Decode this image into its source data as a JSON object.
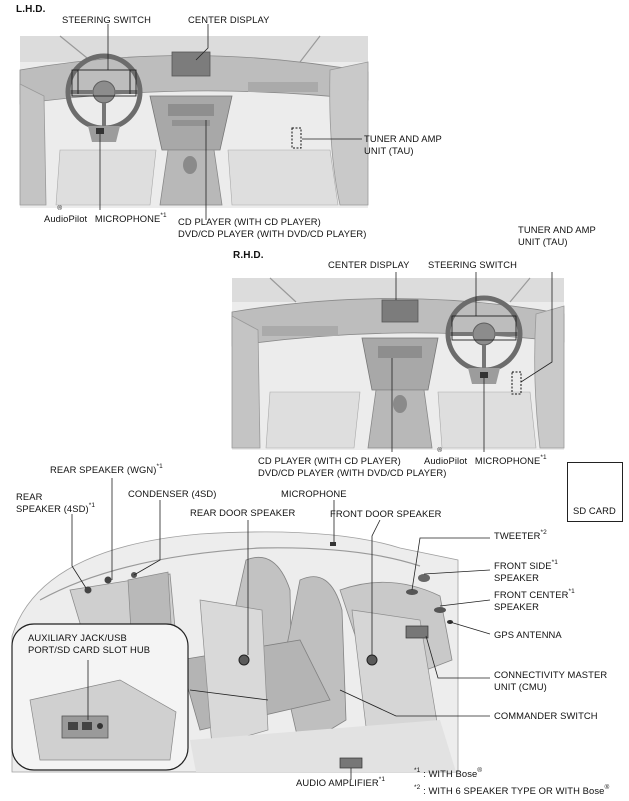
{
  "sections": {
    "lhd": "L.H.D.",
    "rhd": "R.H.D."
  },
  "lhd": {
    "steering_switch": "STEERING SWITCH",
    "center_display": "CENTER DISPLAY",
    "tau": [
      "TUNER AND AMP",
      "UNIT (TAU)"
    ],
    "audiopilot": "AudioPilot",
    "audiopilot_suffix": " MICROPHONE",
    "cd_player": [
      "CD PLAYER (WITH CD PLAYER)",
      "DVD/CD PLAYER (WITH DVD/CD PLAYER)"
    ]
  },
  "rhd": {
    "tau": [
      "TUNER AND AMP",
      "UNIT (TAU)"
    ],
    "center_display": "CENTER DISPLAY",
    "steering_switch": "STEERING SWITCH",
    "cd_player": [
      "CD PLAYER (WITH CD PLAYER)",
      "DVD/CD PLAYER (WITH DVD/CD PLAYER)"
    ],
    "audiopilot": "AudioPilot",
    "audiopilot_suffix": " MICROPHONE"
  },
  "cabin": {
    "rear_speaker_wgn": "REAR SPEAKER (WGN)",
    "rear_speaker_4sd": [
      "REAR",
      "SPEAKER (4SD)"
    ],
    "condenser": "CONDENSER (4SD)",
    "microphone": "MICROPHONE",
    "rear_door_speaker": "REAR DOOR SPEAKER",
    "front_door_speaker": "FRONT DOOR SPEAKER",
    "tweeter": "TWEETER",
    "front_side_speaker": [
      "FRONT SIDE",
      "SPEAKER"
    ],
    "front_center_speaker": [
      "FRONT CENTER",
      "SPEAKER"
    ],
    "gps_antenna": "GPS ANTENNA",
    "cmu": [
      "CONNECTIVITY MASTER",
      "UNIT (CMU)"
    ],
    "commander_switch": "COMMANDER SWITCH",
    "aux_hub": [
      "AUXILIARY JACK/USB",
      "PORT/SD CARD SLOT HUB"
    ],
    "audio_amplifier": "AUDIO AMPLIFIER",
    "sd_card": "SD CARD"
  },
  "marks": {
    "note1": "*1",
    "note2": "*2",
    "registered": "®"
  },
  "footnotes": {
    "note1": [
      "*1",
      " : WITH Bose"
    ],
    "note2": [
      "*2",
      " : WITH 6 SPEAKER TYPE OR WITH Bose"
    ]
  }
}
